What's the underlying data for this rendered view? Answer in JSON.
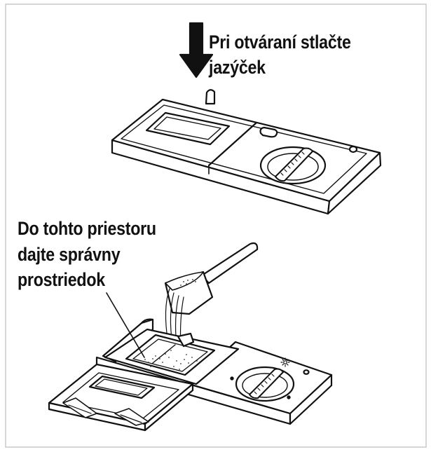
{
  "labels": {
    "top": [
      "Pri otváraní stlačte",
      "jazýček"
    ],
    "bottom": [
      "Do tohto priestoru",
      "dajte správny",
      "prostriedok"
    ]
  },
  "colors": {
    "stroke": "#111111",
    "fill": "#ffffff",
    "frame": "#c8c8c8"
  },
  "icons": {
    "arrow": "down-arrow-icon",
    "dial": "dial-knob-icon",
    "scoop": "detergent-scoop-icon"
  }
}
